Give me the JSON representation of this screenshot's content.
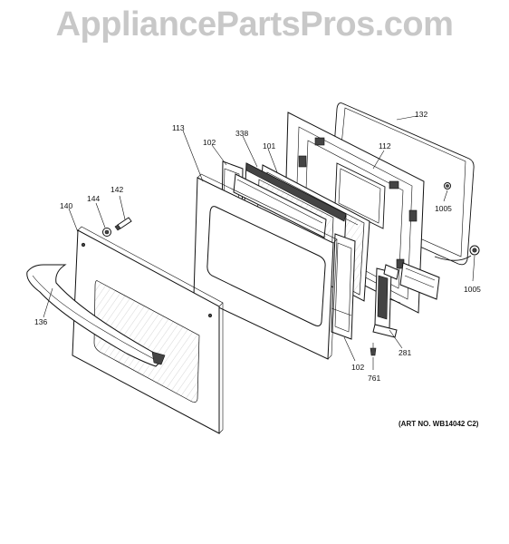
{
  "watermark": {
    "text": "AppliancePartsPros.com"
  },
  "art_number": "(ART NO. WB14042 C2)",
  "labels": {
    "p132": "132",
    "p112": "112",
    "p113": "113",
    "p102a": "102",
    "p338": "338",
    "p101": "101",
    "p1005a": "1005",
    "p1005b": "1005",
    "p142": "142",
    "p144": "144",
    "p140": "140",
    "p136": "136",
    "p102b": "102",
    "p761": "761",
    "p281": "281"
  }
}
